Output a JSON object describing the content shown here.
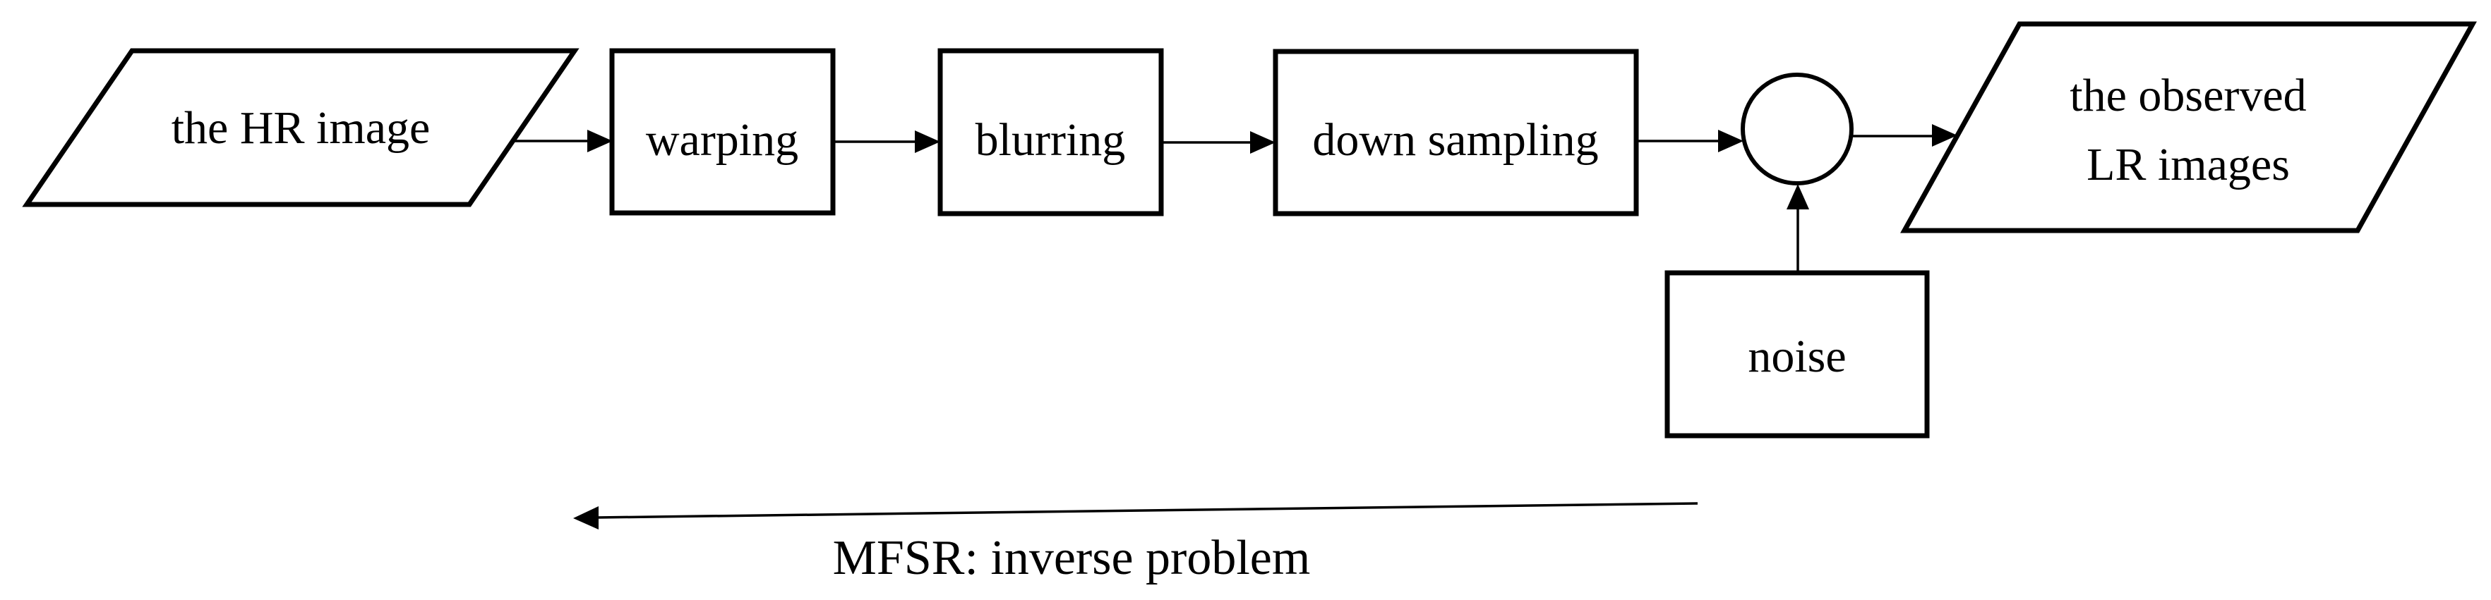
{
  "diagram": {
    "background_color": "#ffffff",
    "stroke_color": "#000000",
    "nodes": [
      {
        "id": "hr-image",
        "shape": "parallelogram",
        "label": "the HR image"
      },
      {
        "id": "warping",
        "shape": "rect",
        "label": "warping"
      },
      {
        "id": "blurring",
        "shape": "rect",
        "label": "blurring"
      },
      {
        "id": "down-sampling",
        "shape": "rect",
        "label": "down sampling"
      },
      {
        "id": "sum-junction",
        "shape": "circle",
        "label": ""
      },
      {
        "id": "observed-lr",
        "shape": "parallelogram",
        "label": "the observed LR images",
        "label_line1": "the observed",
        "label_line2": "LR images"
      },
      {
        "id": "noise",
        "shape": "rect",
        "label": "noise"
      }
    ],
    "edges": [
      {
        "from": "hr-image",
        "to": "warping"
      },
      {
        "from": "warping",
        "to": "blurring"
      },
      {
        "from": "blurring",
        "to": "down-sampling"
      },
      {
        "from": "down-sampling",
        "to": "sum-junction"
      },
      {
        "from": "sum-junction",
        "to": "observed-lr"
      },
      {
        "from": "noise",
        "to": "sum-junction"
      }
    ],
    "inverse_arrow": {
      "label": "MFSR: inverse problem",
      "direction": "right-to-left"
    }
  }
}
